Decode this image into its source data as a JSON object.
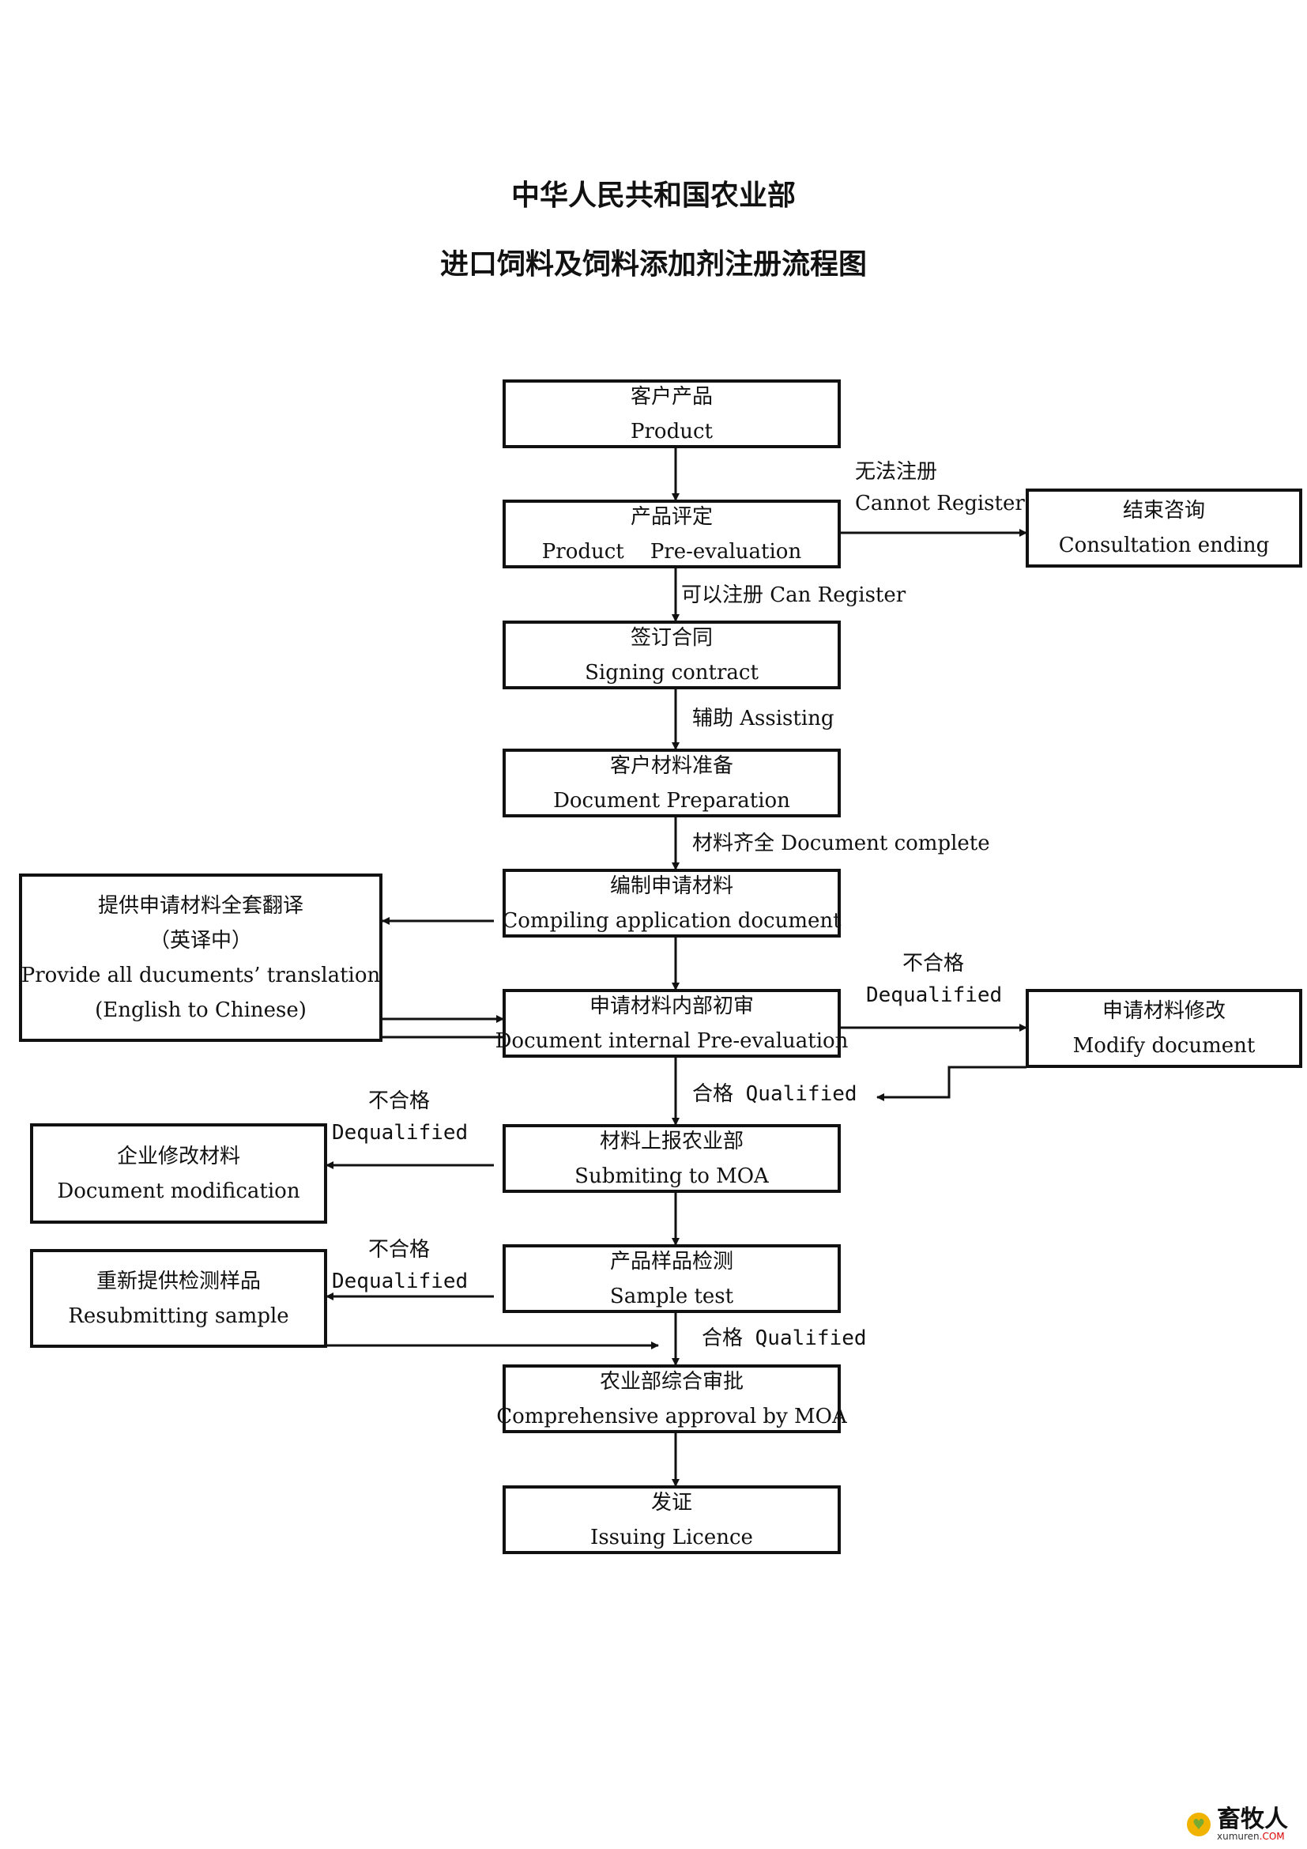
{
  "title": {
    "line1": "中华人民共和国农业部",
    "line2": "进口饲料及饲料添加剂注册流程图"
  },
  "nodes": {
    "product": {
      "cn": "客户产品",
      "en": "Product"
    },
    "pre_evaluation": {
      "cn": "产品评定",
      "en": "Product    Pre-evaluation"
    },
    "consultation_ending": {
      "cn": "结束咨询",
      "en": "Consultation ending"
    },
    "signing_contract": {
      "cn": "签订合同",
      "en": "Signing contract"
    },
    "document_preparation": {
      "cn": "客户材料准备",
      "en": "Document Preparation"
    },
    "compiling": {
      "cn": "编制申请材料",
      "en": "Compiling application document"
    },
    "translation": {
      "cn": "提供申请材料全套翻译",
      "cn2": "（英译中）",
      "en": "Provide all ducuments’ translation",
      "en2": "(English to Chinese)"
    },
    "internal_pre_eval": {
      "cn": "申请材料内部初审",
      "en": "Document internal Pre-evaluation"
    },
    "modify_document": {
      "cn": "申请材料修改",
      "en": "Modify document"
    },
    "submitting_moa": {
      "cn": "材料上报农业部",
      "en": "Submiting to MOA"
    },
    "document_modification": {
      "cn": "企业修改材料",
      "en": "Document modification"
    },
    "sample_test": {
      "cn": "产品样品检测",
      "en": "Sample test"
    },
    "resubmitting_sample": {
      "cn": "重新提供检测样品",
      "en": "Resubmitting sample"
    },
    "comprehensive_approval": {
      "cn": "农业部综合审批",
      "en": "Comprehensive approval by MOA"
    },
    "issuing_licence": {
      "cn": "发证",
      "en": "Issuing Licence"
    }
  },
  "edge_labels": {
    "cannot_register_cn": "无法注册",
    "cannot_register_en": "Cannot Register",
    "can_register": "可以注册 Can Register",
    "assisting": "辅助 Assisting",
    "document_complete": "材料齐全 Document complete",
    "dequalified1_cn": "不合格",
    "dequalified1_en": "Dequalified",
    "qualified1": "合格 Qualified",
    "dequalified2_cn": "不合格",
    "dequalified2_en": "Dequalified",
    "dequalified3_cn": "不合格",
    "dequalified3_en": "Dequalified",
    "qualified2": "合格 Qualified"
  },
  "watermark": {
    "cn": "畜牧人",
    "en": "xumuren",
    "en_suffix": ".COM",
    "icon": "heart-logo-icon"
  }
}
